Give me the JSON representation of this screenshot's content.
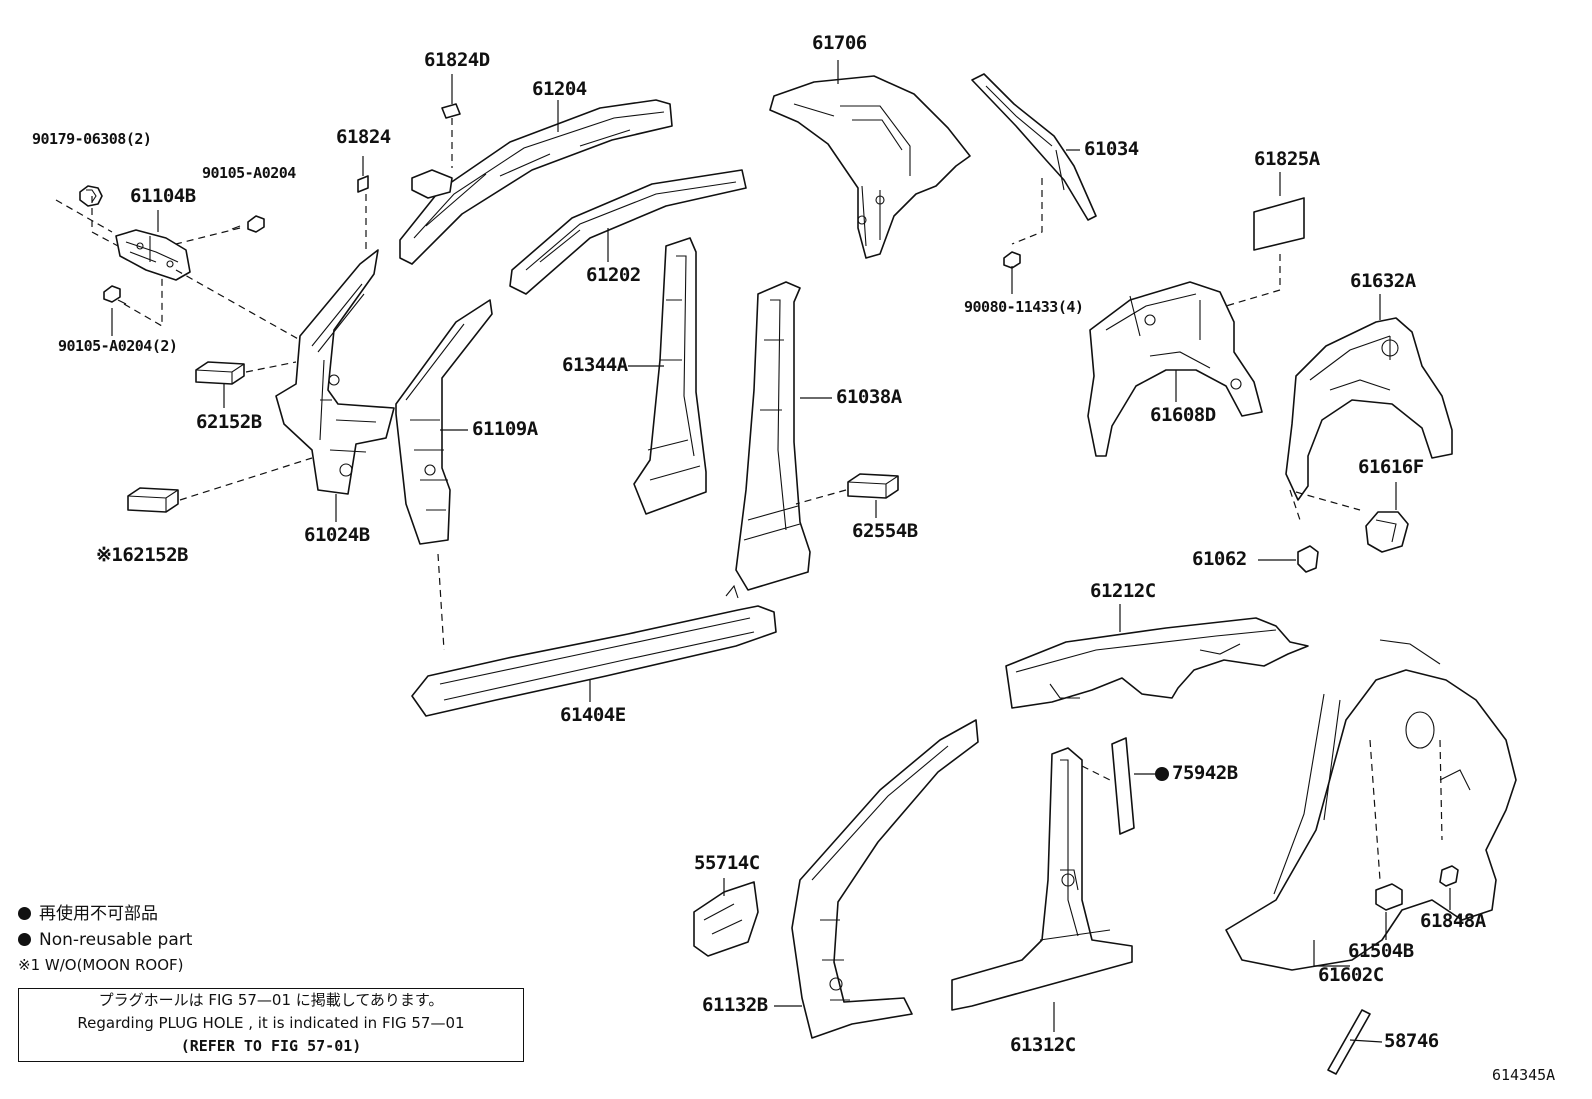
{
  "labels": {
    "p90179_06308": "90179-06308(2)",
    "p61104B": "61104B",
    "p90105_A0204": "90105-A0204",
    "p90105_A0204_2": "90105-A0204(2)",
    "p62152B": "62152B",
    "p162152B": "※162152B",
    "p61824D": "61824D",
    "p61824": "61824",
    "p61204": "61204",
    "p61202": "61202",
    "p61024B": "61024B",
    "p61109A": "61109A",
    "p61344A": "61344A",
    "p61038A": "61038A",
    "p62554B": "62554B",
    "p61706": "61706",
    "p61034": "61034",
    "p90080_11433": "90080-11433(4)",
    "p61825A": "61825A",
    "p61608D": "61608D",
    "p61632A": "61632A",
    "p61616F": "61616F",
    "p61062": "61062",
    "p61404E": "61404E",
    "p61212C": "61212C",
    "p75942B": "75942B",
    "p55714C": "55714C",
    "p61132B": "61132B",
    "p61312C": "61312C",
    "p61848A": "61848A",
    "p61504B": "61504B",
    "p61602C": "61602C",
    "p58746": "58746"
  },
  "legend": {
    "non_reusable_jp": "再使用不可部品",
    "non_reusable_en": "Non-reusable part",
    "note1": "※1 W/O(MOON ROOF)"
  },
  "note_box": {
    "line_jp": "プラグホールは FIG 57—01 に掲載してあります。",
    "line_en": "Regarding  PLUG  HOLE , it is indicated in  FIG  57—01",
    "line_refer": "(REFER TO FIG 57-01)"
  },
  "figure_number": "614345A"
}
